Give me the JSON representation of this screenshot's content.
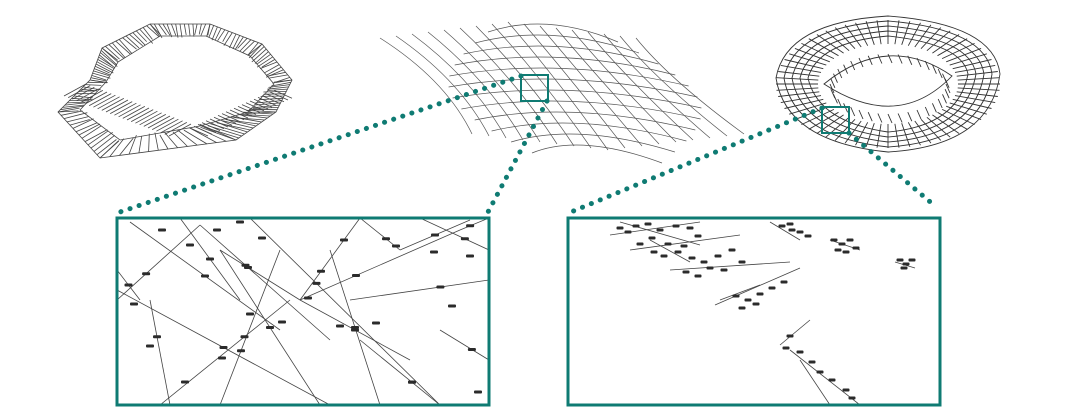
{
  "figure": {
    "panels": [
      {
        "id": "wireframe-left",
        "kind": "wireframe",
        "shape": "octagonal-roof"
      },
      {
        "id": "wireframe-middle",
        "kind": "wireframe",
        "shape": "dome-grid"
      },
      {
        "id": "wireframe-right",
        "kind": "wireframe",
        "shape": "stadium-ring"
      },
      {
        "id": "zoom-left",
        "kind": "zoom-inset",
        "source": "wireframe-middle",
        "content": "labeled-edge-graph"
      },
      {
        "id": "zoom-right",
        "kind": "zoom-inset",
        "source": "wireframe-right",
        "content": "labeled-edge-clusters"
      }
    ],
    "colors": {
      "accent": "#0f7b73",
      "line": "#3a3a3a",
      "label_bg": "#2b2b2b"
    }
  }
}
